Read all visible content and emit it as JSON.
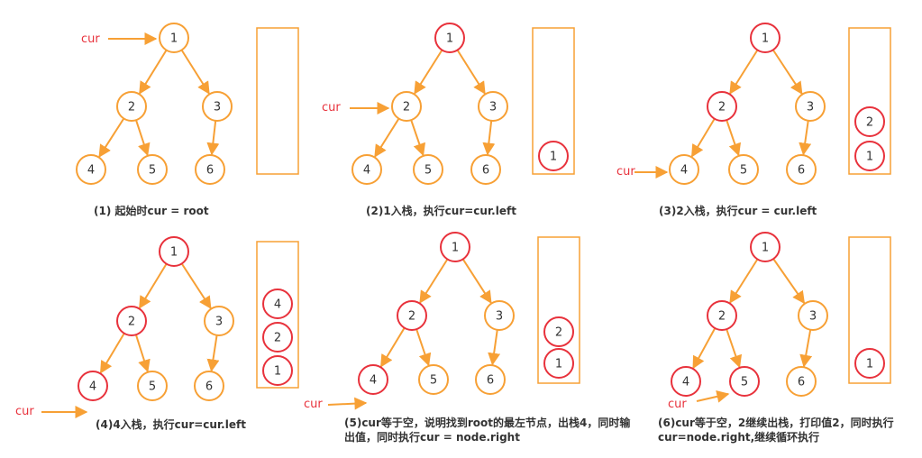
{
  "colors": {
    "edge": "#f7a035",
    "node_default": "#f7a035",
    "node_visited": "#e8323c",
    "stack_box": "#f7a035",
    "cur_label": "#e8323c",
    "cur_arrow": "#f7a035",
    "caption": "#333333"
  },
  "tree": {
    "nodes": [
      "1",
      "2",
      "3",
      "4",
      "5",
      "6"
    ],
    "edges": [
      [
        "1",
        "2"
      ],
      [
        "1",
        "3"
      ],
      [
        "2",
        "4"
      ],
      [
        "2",
        "5"
      ],
      [
        "3",
        "6"
      ]
    ]
  },
  "pointer_label": "cur",
  "panels": [
    {
      "id": "p1",
      "caption": "(1) 起始时cur = root",
      "visited": [],
      "stack": [],
      "cur_at": "1"
    },
    {
      "id": "p2",
      "caption": "(2)1入栈，执行cur=cur.left",
      "visited": [
        "1"
      ],
      "stack": [
        "1"
      ],
      "cur_at": "2"
    },
    {
      "id": "p3",
      "caption": "(3)2入栈，执行cur = cur.left",
      "visited": [
        "1",
        "2"
      ],
      "stack": [
        "2",
        "1"
      ],
      "cur_at": "4"
    },
    {
      "id": "p4",
      "caption": "(4)4入栈，执行cur=cur.left",
      "visited": [
        "1",
        "2",
        "4"
      ],
      "stack": [
        "4",
        "2",
        "1"
      ],
      "cur_at": "null"
    },
    {
      "id": "p5",
      "caption": "(5)cur等于空，说明找到root的最左节点，出栈4，同时输出值，同时执行cur = node.right",
      "visited": [
        "1",
        "2",
        "4"
      ],
      "stack": [
        "2",
        "1"
      ],
      "cur_at": "null"
    },
    {
      "id": "p6",
      "caption": "(6)cur等于空，2继续出栈，打印值2，同时执行cur=node.right,继续循环执行",
      "visited": [
        "1",
        "2",
        "4",
        "5"
      ],
      "stack": [
        "1"
      ],
      "cur_at": "5"
    }
  ]
}
